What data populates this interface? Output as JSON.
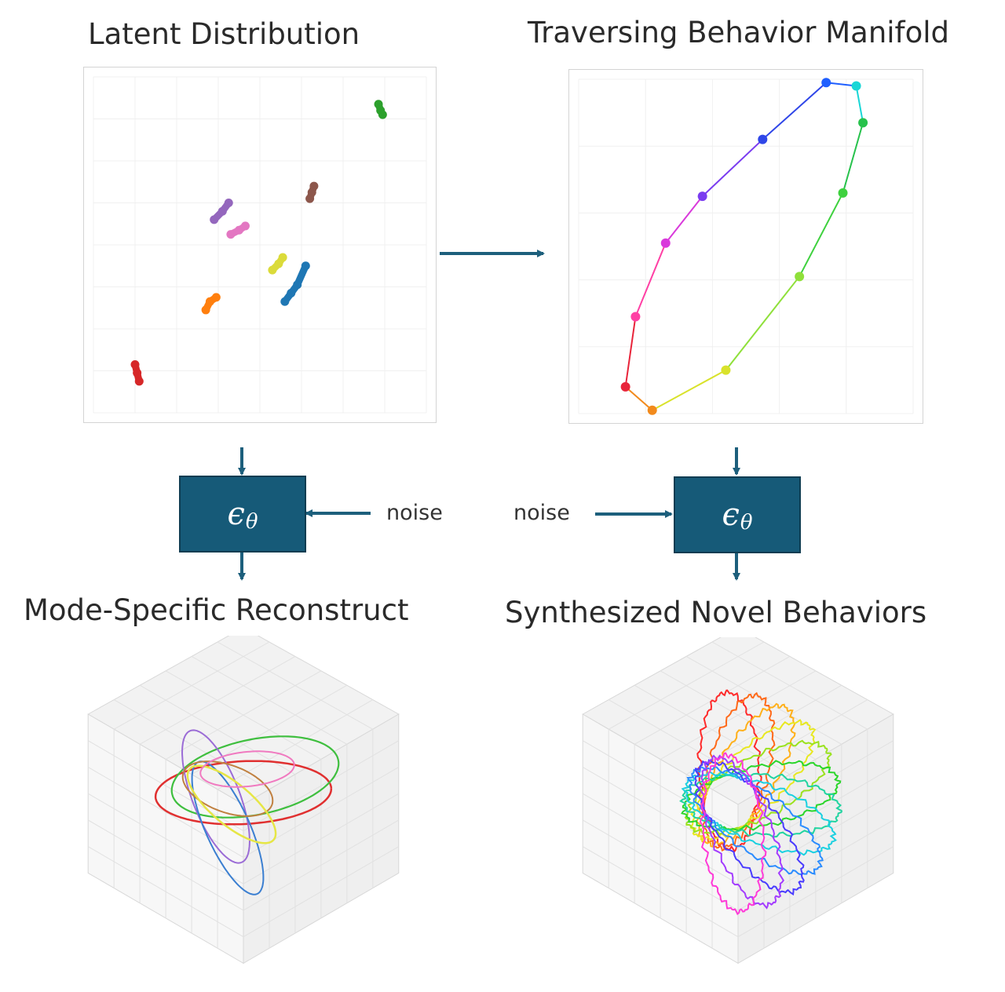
{
  "titles": {
    "latent": "Latent Distribution",
    "traverse": "Traversing Behavior Manifold",
    "reconstruct": "Mode-Specific Reconstruct",
    "synthesized": "Synthesized Novel Behaviors"
  },
  "model": {
    "symbol": "ϵ",
    "subscript": "θ",
    "noise_label": "noise"
  },
  "colors": {
    "box_fill": "#165a78",
    "arrow": "#1d5f7c"
  },
  "chart_data": [
    {
      "type": "scatter",
      "title": "Latent Distribution",
      "xlim": [
        -4,
        4
      ],
      "ylim": [
        -4,
        4
      ],
      "clusters": [
        {
          "color": "#2ca02c",
          "points": [
            [
              2.85,
              3.35
            ],
            [
              2.9,
              3.2
            ],
            [
              2.95,
              3.1
            ]
          ]
        },
        {
          "color": "#8c564b",
          "points": [
            [
              1.25,
              1.25
            ],
            [
              1.3,
              1.4
            ],
            [
              1.2,
              1.1
            ]
          ]
        },
        {
          "color": "#9467bd",
          "points": [
            [
              -1.1,
              0.6
            ],
            [
              -0.9,
              0.8
            ],
            [
              -0.75,
              1.0
            ]
          ]
        },
        {
          "color": "#e377c2",
          "points": [
            [
              -0.7,
              0.25
            ],
            [
              -0.5,
              0.35
            ],
            [
              -0.35,
              0.45
            ]
          ]
        },
        {
          "color": "#dbdb3a",
          "points": [
            [
              0.3,
              -0.6
            ],
            [
              0.45,
              -0.45
            ],
            [
              0.55,
              -0.3
            ]
          ]
        },
        {
          "color": "#1f77b4",
          "points": [
            [
              0.6,
              -1.35
            ],
            [
              0.75,
              -1.15
            ],
            [
              0.9,
              -0.95
            ],
            [
              1.1,
              -0.5
            ]
          ]
        },
        {
          "color": "#ff7f0e",
          "points": [
            [
              -1.3,
              -1.55
            ],
            [
              -1.2,
              -1.35
            ],
            [
              -1.05,
              -1.25
            ]
          ]
        },
        {
          "color": "#d62728",
          "points": [
            [
              -3.0,
              -2.85
            ],
            [
              -2.95,
              -3.05
            ],
            [
              -2.9,
              -3.25
            ]
          ]
        }
      ]
    },
    {
      "type": "line",
      "title": "Traversing Behavior Manifold",
      "xlim": [
        -2.5,
        2.5
      ],
      "ylim": [
        -2.5,
        2.5
      ],
      "points": [
        {
          "x": 1.2,
          "y": 2.45,
          "color": "#1f5fff"
        },
        {
          "x": 1.65,
          "y": 2.4,
          "color": "#19d6d6"
        },
        {
          "x": 1.75,
          "y": 1.85,
          "color": "#27c24c"
        },
        {
          "x": 1.45,
          "y": 0.8,
          "color": "#3ed13e"
        },
        {
          "x": 0.8,
          "y": -0.45,
          "color": "#8fe03a"
        },
        {
          "x": -0.3,
          "y": -1.85,
          "color": "#d9e22b"
        },
        {
          "x": -1.4,
          "y": -2.45,
          "color": "#f28a1c"
        },
        {
          "x": -1.8,
          "y": -2.1,
          "color": "#e8243a"
        },
        {
          "x": -1.65,
          "y": -1.05,
          "color": "#ff3fa4"
        },
        {
          "x": -1.2,
          "y": 0.05,
          "color": "#d93adb"
        },
        {
          "x": -0.65,
          "y": 0.75,
          "color": "#7a3cf0"
        },
        {
          "x": 0.25,
          "y": 1.6,
          "color": "#2f46e8"
        }
      ]
    }
  ]
}
